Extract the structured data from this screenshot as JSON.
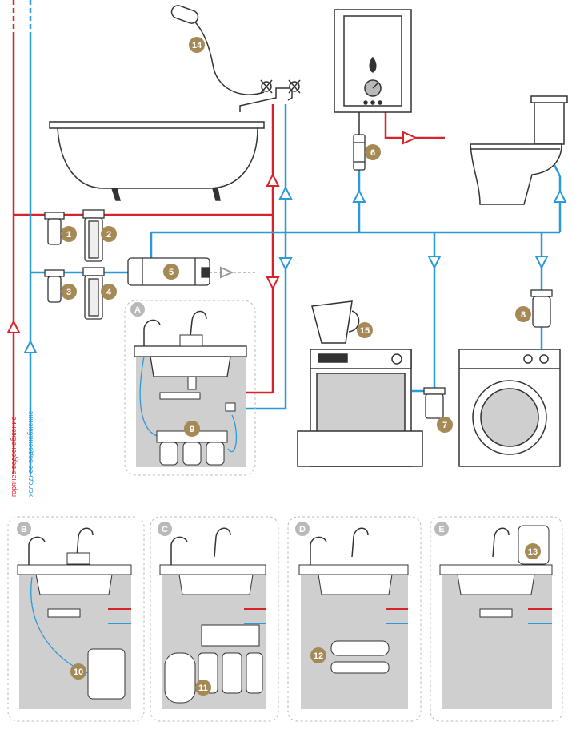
{
  "legend": {
    "hot_label": "горячее водоснабжение",
    "cold_label": "холодное водоснабжение"
  },
  "colors": {
    "hot": "#d8232a",
    "cold": "#2b9bd8",
    "badge": "#a68a55",
    "letter_badge": "#b9b9b9",
    "panel": "#cfcfcf",
    "cabinet": "#c4c4c4",
    "outline": "#333333"
  },
  "badges": [
    "1",
    "2",
    "3",
    "4",
    "5",
    "6",
    "7",
    "8",
    "9",
    "10",
    "11",
    "12",
    "13",
    "14",
    "15"
  ],
  "schemes": [
    "A",
    "B",
    "C",
    "D",
    "E"
  ]
}
